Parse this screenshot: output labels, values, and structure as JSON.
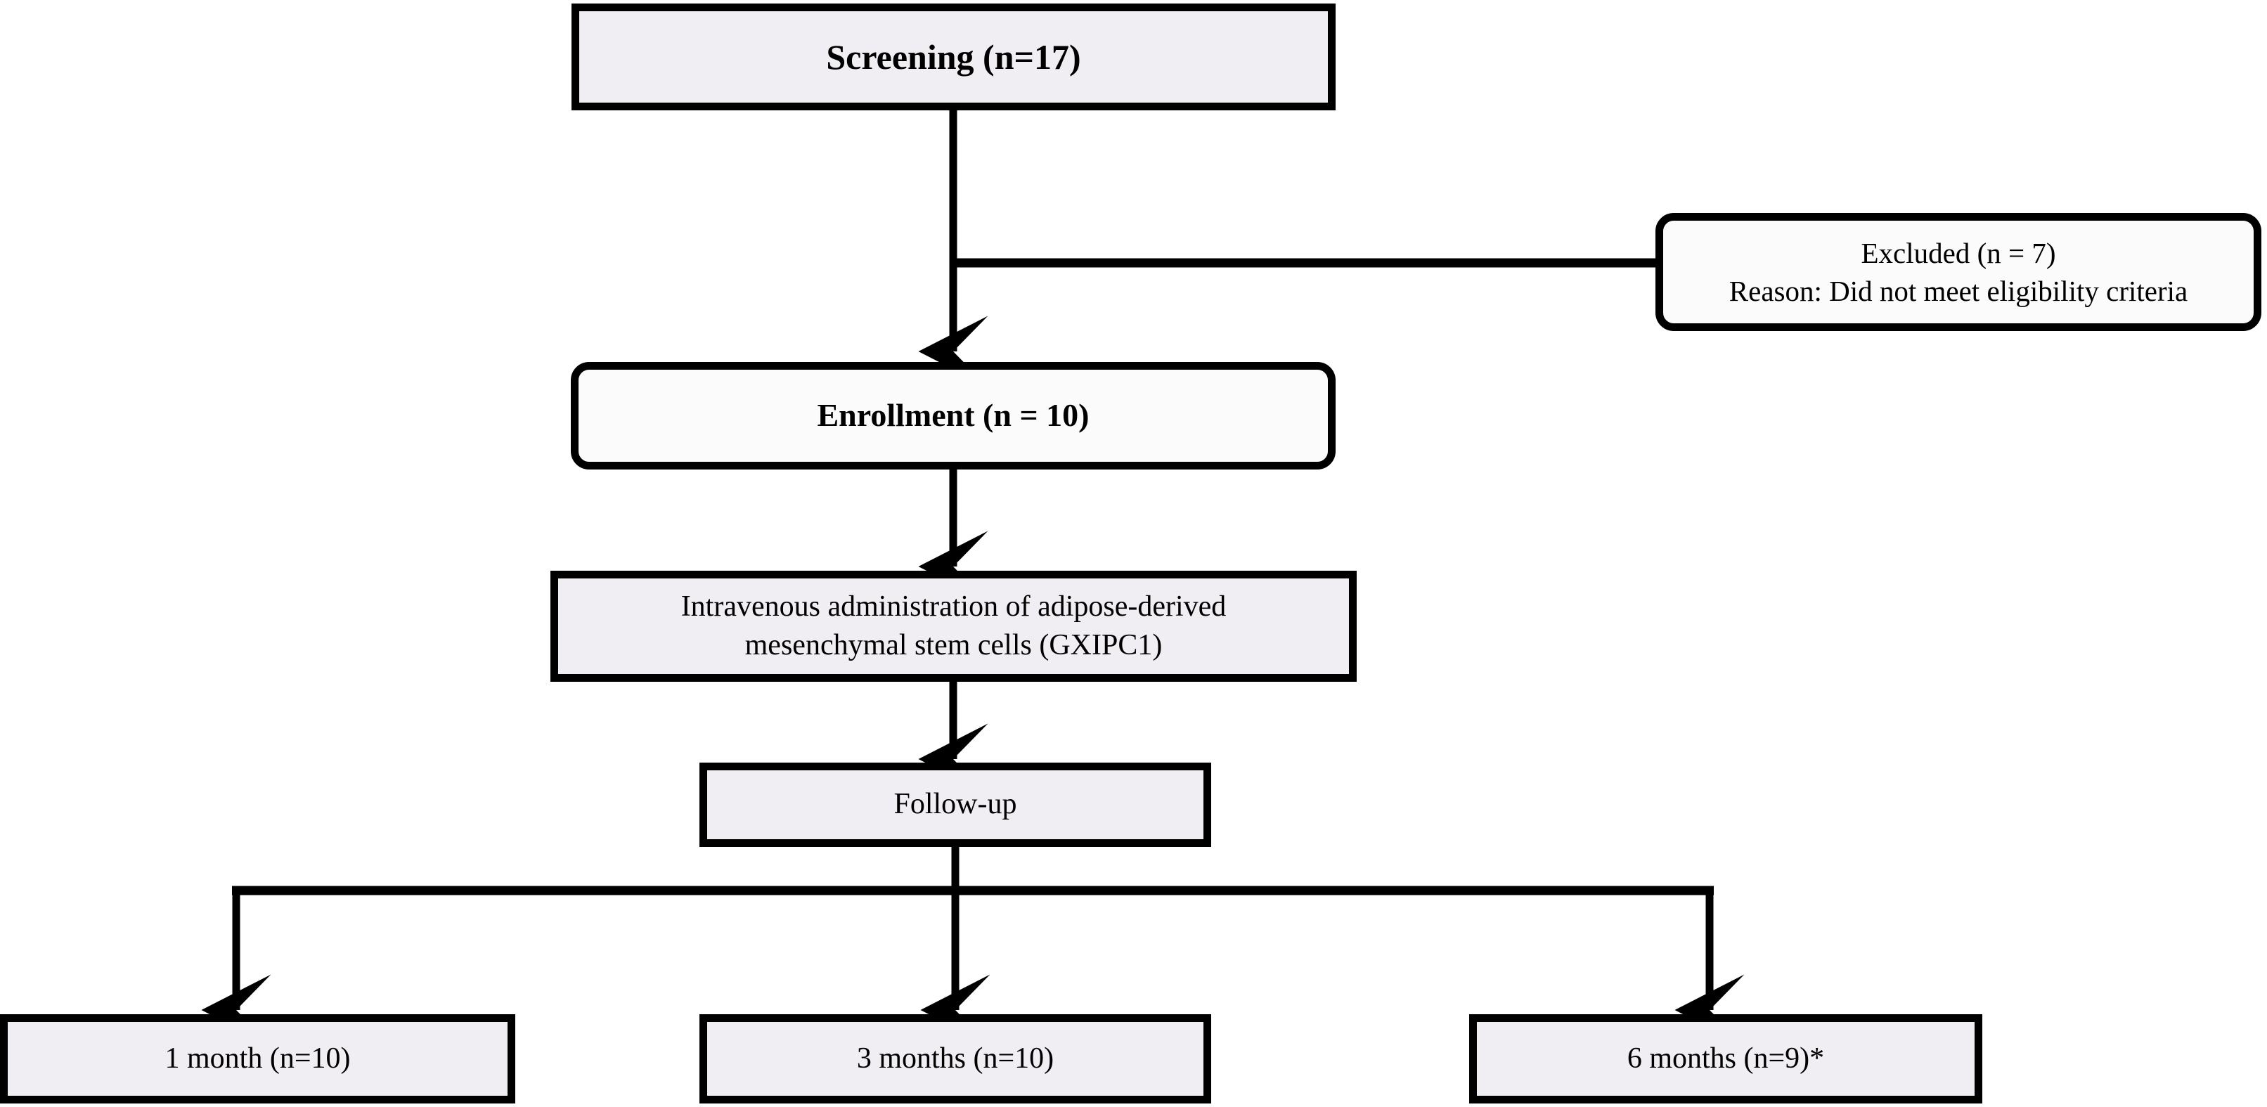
{
  "diagram": {
    "type": "clinical-trial-flow-diagram",
    "colors": {
      "box_fill_gray": "#f0eef2",
      "box_fill_white": "#fbfbfb",
      "border": "#000000",
      "connector": "#000000",
      "background": "#ffffff"
    },
    "nodes": {
      "screening": {
        "label": "Screening (n=17)",
        "shape": "rectangle",
        "fill": "gray",
        "bold": true
      },
      "excluded": {
        "line1": "Excluded (n = 7)",
        "line2": "Reason: Did not meet eligibility criteria",
        "shape": "rounded-rectangle",
        "fill": "white",
        "bold": false
      },
      "enrollment": {
        "label": "Enrollment (n = 10)",
        "shape": "rounded-rectangle",
        "fill": "white",
        "bold": true
      },
      "treatment": {
        "line1": "Intravenous administration of adipose-derived",
        "line2": "mesenchymal stem cells (GXIPC1)",
        "shape": "rectangle",
        "fill": "gray",
        "bold": false
      },
      "followup": {
        "label": "Follow-up",
        "shape": "rectangle",
        "fill": "gray",
        "bold": false
      },
      "month1": {
        "label": "1 month (n=10)",
        "shape": "rectangle",
        "fill": "gray",
        "bold": false
      },
      "month3": {
        "label": "3 months (n=10)",
        "shape": "rectangle",
        "fill": "gray",
        "bold": false
      },
      "month6": {
        "label": "6 months (n=9)*",
        "shape": "rectangle",
        "fill": "gray",
        "bold": false
      }
    },
    "edges": [
      {
        "from": "screening",
        "to": "enrollment",
        "style": "vertical-arrow"
      },
      {
        "from": "screening",
        "to": "excluded",
        "style": "horizontal-branch-no-arrow"
      },
      {
        "from": "enrollment",
        "to": "treatment",
        "style": "vertical-arrow"
      },
      {
        "from": "treatment",
        "to": "followup",
        "style": "vertical-arrow"
      },
      {
        "from": "followup",
        "to": "month1",
        "style": "split-branch-arrow"
      },
      {
        "from": "followup",
        "to": "month3",
        "style": "split-branch-arrow"
      },
      {
        "from": "followup",
        "to": "month6",
        "style": "split-branch-arrow"
      }
    ]
  }
}
